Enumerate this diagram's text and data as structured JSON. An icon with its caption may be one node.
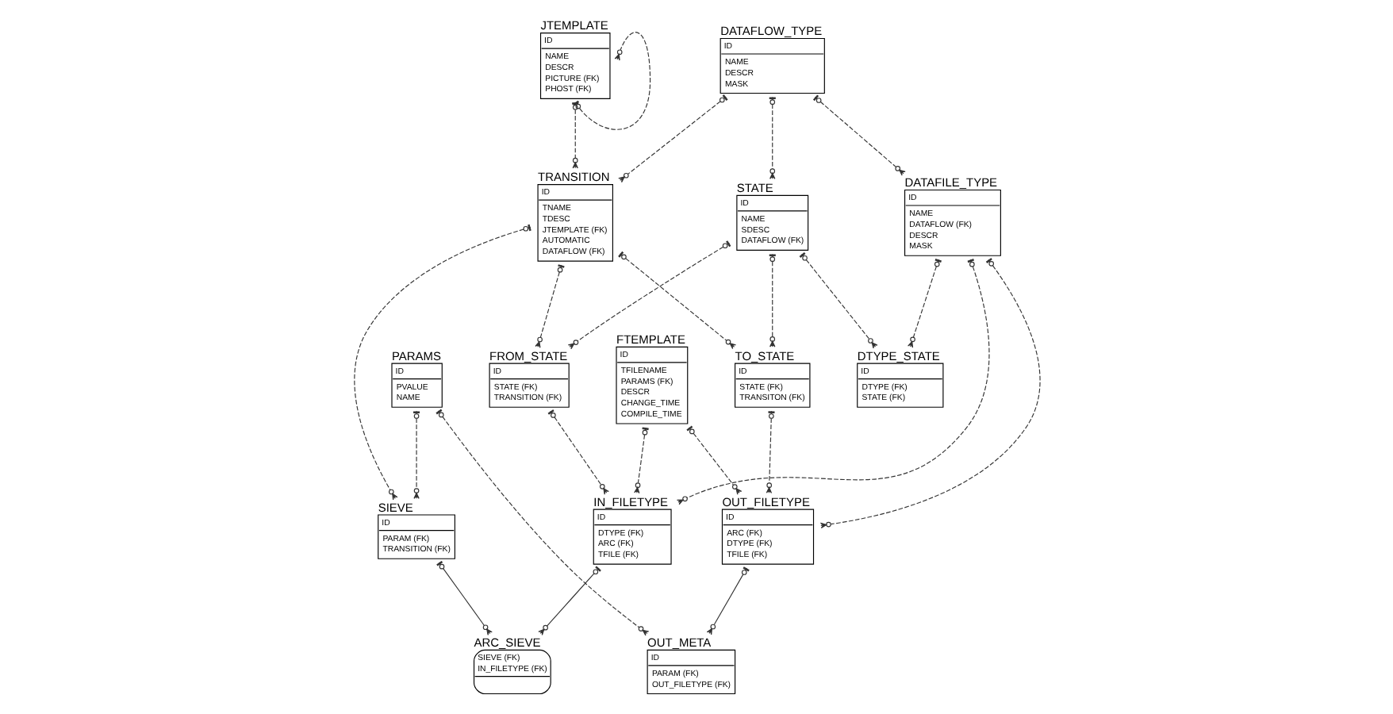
{
  "diagram": {
    "nodes": [
      {
        "text": [
          "IN_FILETYPE",
          "ID",
          "DTYPE (FK)",
          "ARC (FK)",
          "TFILE (FK)"
        ]
      },
      {
        "text": [
          "FTEMPLATE",
          "ID",
          "TFILENAME",
          "PARAMS (FK)",
          "DESCR",
          "CHANGE_TIME",
          "COMPILE_TIME"
        ]
      },
      {
        "text": [
          "OUT_FILETYPE",
          "ID",
          "ARC (FK)",
          "DTYPE (FK)",
          "TFILE (FK)"
        ]
      },
      {
        "text": [
          "ARC_SIEVE",
          "SIEVE (FK)",
          "IN_FILETYPE (FK)"
        ]
      },
      {
        "text": [
          "OUT_META",
          "ID",
          "PARAM (FK)",
          "OUT_FILETYPE (FK)"
        ]
      },
      {
        "text": [
          "SIEVE",
          "ID",
          "PARAM (FK)",
          "TRANSITION (FK)"
        ]
      },
      {
        "text": [
          "PARAMS",
          "ID",
          "PVALUE",
          "NAME"
        ]
      },
      {
        "text": [
          "FROM_STATE",
          "ID",
          "STATE (FK)",
          "TRANSITION (FK)"
        ]
      },
      {
        "text": [
          "TRANSITION",
          "ID",
          "TNAME",
          "TDESC",
          "JTEMPLATE (FK)",
          "AUTOMATIC",
          "DATAFLOW (FK)"
        ]
      },
      {
        "text": [
          "TO_STATE",
          "ID",
          "STATE (FK)",
          "TRANSITON (FK)"
        ]
      },
      {
        "text": [
          "JTEMPLATE",
          "ID",
          "NAME",
          "DESCR",
          "PICTURE (FK)",
          "PHOST (FK)"
        ]
      },
      {
        "text": [
          "DATAFLOW_TYPE",
          "ID",
          "NAME",
          "DESCR",
          "MASK"
        ]
      },
      {
        "text": [
          "DTYPE_STATE",
          "ID",
          "DTYPE (FK)",
          "STATE (FK)"
        ]
      },
      {
        "text": [
          "STATE",
          "ID",
          "NAME",
          "SDESC",
          "DATAFLOW (FK)"
        ]
      },
      {
        "text": [
          "DATAFILE_TYPE",
          "ID",
          "NAME",
          "DATAFLOW (FK)",
          "DESCR",
          "MASK"
        ]
      }
    ],
    "edges": [
      {
        "from": 1,
        "to": 0,
        "arrow": "other",
        "style": "dashed"
      },
      {
        "from": 1,
        "to": 2,
        "arrow": "other",
        "style": "dashed"
      },
      {
        "from": 0,
        "to": 3,
        "arrow": "other"
      },
      {
        "from": 5,
        "to": 3,
        "arrow": "other"
      },
      {
        "from": 6,
        "to": 4,
        "arrow": "other",
        "style": "dashed"
      },
      {
        "from": 2,
        "to": 4,
        "arrow": "other"
      },
      {
        "from": 6,
        "to": 5,
        "arrow": "other",
        "style": "dashed"
      },
      {
        "from": 8,
        "to": 5,
        "arrow": "other",
        "style": "dashed"
      },
      {
        "from": 7,
        "to": 0,
        "arrow": "other",
        "style": "dashed"
      },
      {
        "from": 8,
        "to": 7,
        "arrow": "other",
        "style": "dashed"
      },
      {
        "from": 13,
        "to": 7,
        "arrow": "other",
        "style": "dashed"
      },
      {
        "from": 14,
        "to": 0,
        "arrow": "other",
        "style": "dashed"
      },
      {
        "from": 10,
        "to": 8,
        "arrow": "other",
        "style": "dashed"
      },
      {
        "from": 10,
        "to": 10,
        "arrow": "other",
        "style": "dashed"
      },
      {
        "from": 13,
        "to": 12,
        "arrow": "other",
        "style": "dashed"
      },
      {
        "from": 14,
        "to": 12,
        "arrow": "other",
        "style": "dashed"
      },
      {
        "from": 8,
        "to": 9,
        "arrow": "other",
        "style": "dashed"
      },
      {
        "from": 11,
        "to": 8,
        "arrow": "other",
        "style": "dashed"
      },
      {
        "from": 9,
        "to": 2,
        "arrow": "other",
        "style": "dashed"
      },
      {
        "from": 13,
        "to": 9,
        "arrow": "other",
        "style": "dashed"
      },
      {
        "from": 11,
        "to": 13,
        "arrow": "other",
        "style": "dashed"
      },
      {
        "from": 11,
        "to": 14,
        "arrow": "other",
        "style": "dashed"
      },
      {
        "from": 14,
        "to": 2,
        "arrow": "other",
        "style": "dashed"
      }
    ]
  }
}
